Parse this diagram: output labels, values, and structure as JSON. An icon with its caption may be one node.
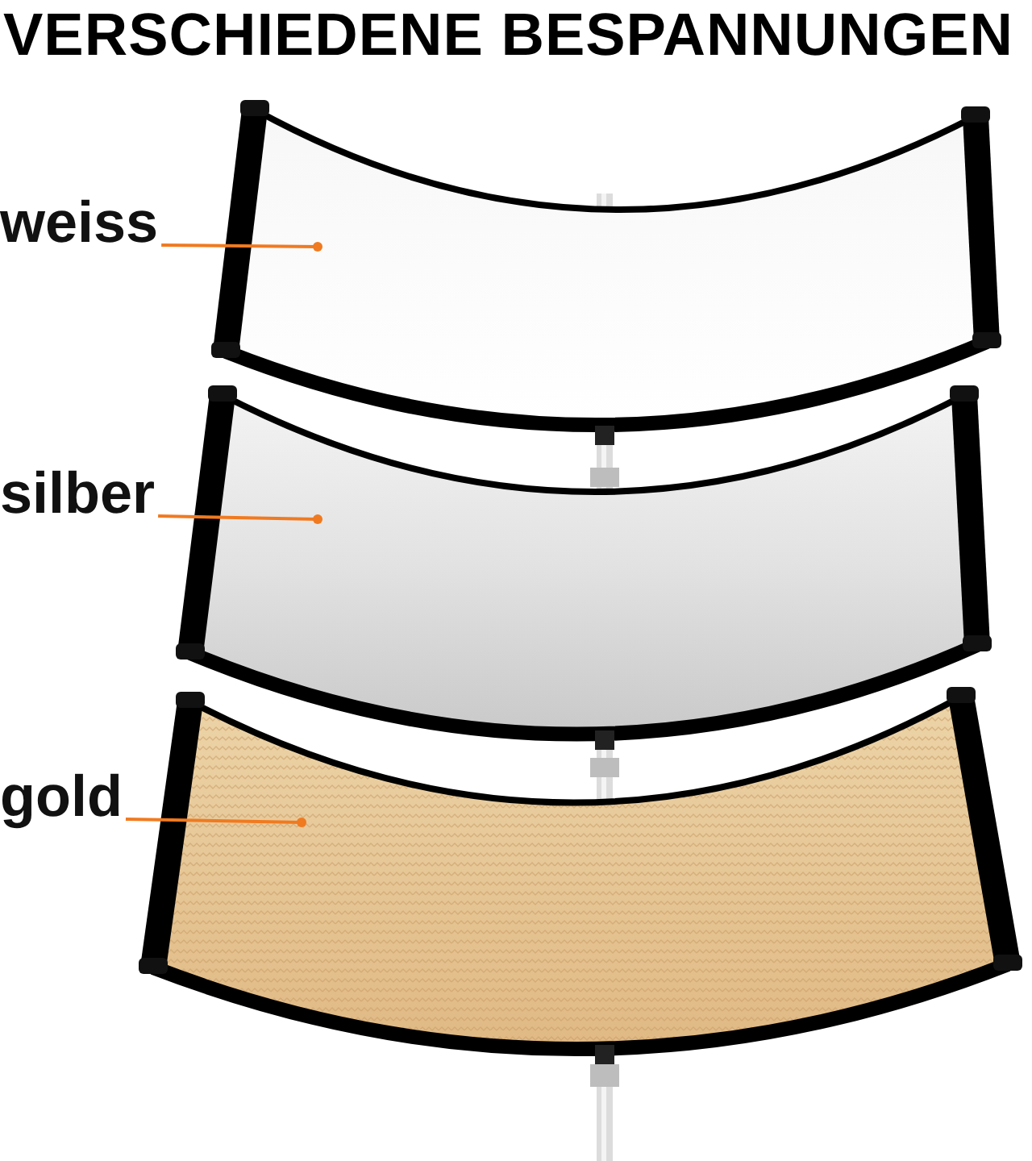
{
  "diagram": {
    "title": "VERSCHIEDENE BESPANNUNGEN",
    "nodes": [
      {
        "text": [
          "weiss"
        ]
      },
      {
        "text": [],
        "shape": "picture"
      },
      {
        "text": [
          "silber"
        ]
      },
      {
        "text": [],
        "shape": "picture"
      },
      {
        "text": [
          "gold"
        ]
      },
      {
        "text": [],
        "shape": "picture"
      }
    ],
    "edges": [
      {
        "from": 0,
        "to": 1,
        "arrow": "other",
        "color": "#f07a20"
      },
      {
        "from": 2,
        "to": 3,
        "arrow": "other",
        "color": "#f07a20"
      },
      {
        "from": 4,
        "to": 5,
        "arrow": "other",
        "color": "#f07a20"
      }
    ]
  }
}
